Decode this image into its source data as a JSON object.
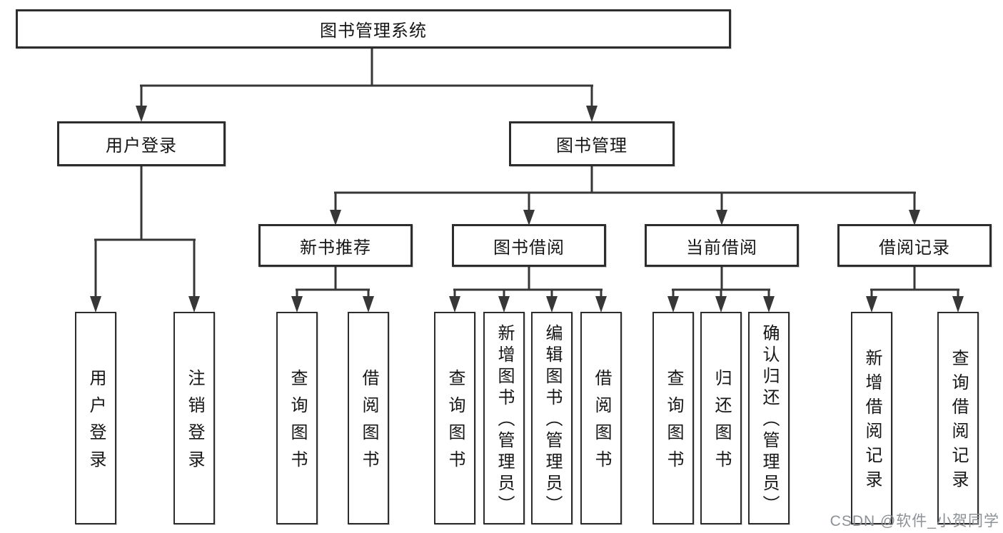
{
  "diagram_title": "图书管理系统",
  "nodes": {
    "root": {
      "label": "图书管理系统"
    },
    "level2": [
      {
        "label": "用户登录"
      },
      {
        "label": "图书管理"
      }
    ],
    "level3": [
      {
        "label": "新书推荐",
        "parent": "图书管理"
      },
      {
        "label": "图书借阅",
        "parent": "图书管理"
      },
      {
        "label": "当前借阅",
        "parent": "图书管理"
      },
      {
        "label": "借阅记录",
        "parent": "图书管理"
      }
    ],
    "leaves": [
      {
        "label": "用户登录",
        "parent": "用户登录"
      },
      {
        "label": "注销登录",
        "parent": "用户登录"
      },
      {
        "label": "查询图书",
        "parent": "新书推荐"
      },
      {
        "label": "借阅图书",
        "parent": "新书推荐"
      },
      {
        "label": "查询图书",
        "parent": "图书借阅"
      },
      {
        "label": "新增图书（管理员）",
        "parent": "图书借阅"
      },
      {
        "label": "编辑图书（管理员）",
        "parent": "图书借阅"
      },
      {
        "label": "借阅图书",
        "parent": "图书借阅"
      },
      {
        "label": "查询图书",
        "parent": "当前借阅"
      },
      {
        "label": "归还图书",
        "parent": "当前借阅"
      },
      {
        "label": "确认归还（管理员）",
        "parent": "当前借阅"
      },
      {
        "label": "新增借阅记录",
        "parent": "借阅记录"
      },
      {
        "label": "查询借阅记录",
        "parent": "借阅记录"
      }
    ]
  },
  "watermark": {
    "text": "CSDN @软件_小贺同学"
  },
  "colors": {
    "line": "#373737",
    "border": "#2d2d2d",
    "text": "#161616",
    "background": "#ffffff",
    "watermark": "#8c9196"
  }
}
